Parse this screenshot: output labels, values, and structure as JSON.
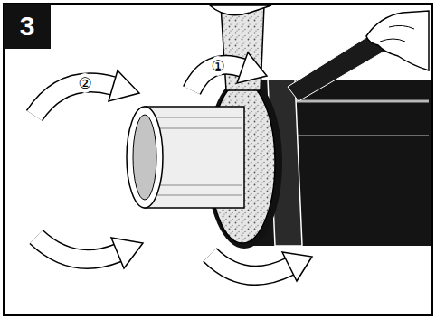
{
  "diagram": {
    "labels": [
      "3",
      "①",
      "②"
    ]
  }
}
